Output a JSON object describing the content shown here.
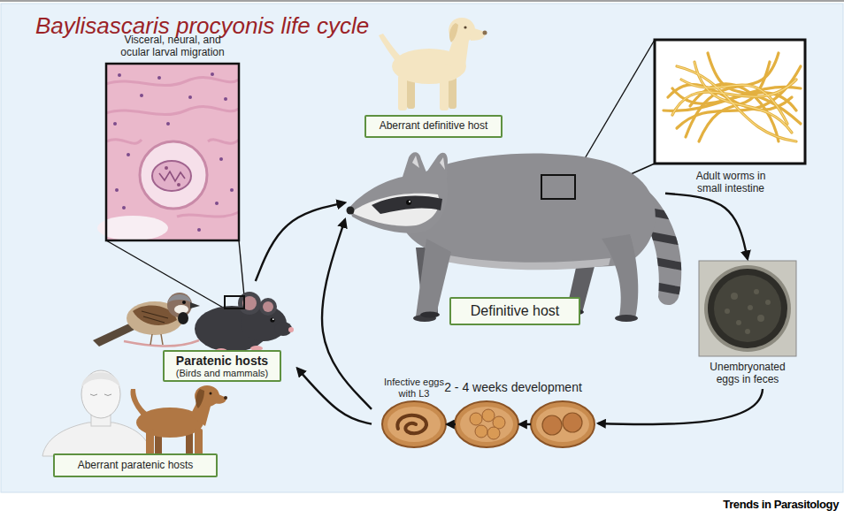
{
  "diagram": {
    "title": "Baylisascaris procyonis life cycle",
    "nodes": [
      {
        "text": [
          "Visceral, neural, and ocular larval migration"
        ]
      },
      {
        "text": [
          "Aberrant definitive host"
        ]
      },
      {
        "text": [
          "Adult worms in small intestine"
        ]
      },
      {
        "text": [
          "Definitive host"
        ]
      },
      {
        "text": [
          "Unembryonated eggs in feces"
        ]
      },
      {
        "text": [
          "Paratenic hosts",
          "(Birds and mammals)"
        ]
      },
      {
        "text": [
          "Infective eggs with L3"
        ]
      },
      {
        "text": [
          "Aberrant paratenic hosts"
        ]
      }
    ],
    "edges": [
      {
        "from": 3,
        "to": 4,
        "arrow": "to"
      },
      {
        "from": 6,
        "to": 5,
        "arrow": "to"
      },
      {
        "from": 6,
        "to": 3,
        "arrow": "to"
      },
      {
        "from": 5,
        "to": 3,
        "arrow": "to"
      }
    ],
    "labels": [
      "2 - 4 weeks development",
      "Trends in Parasitology"
    ]
  }
}
